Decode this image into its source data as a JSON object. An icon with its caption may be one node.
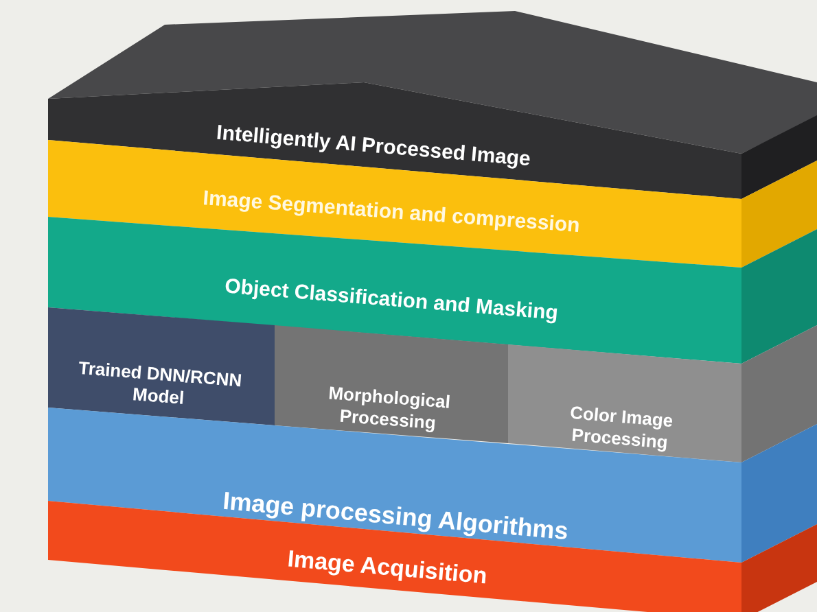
{
  "diagram": {
    "nodes": [
      {
        "text": [
          "Intelligently AI Processed Image"
        ]
      },
      {
        "text": [
          "Image Segmentation and compression"
        ]
      },
      {
        "text": [
          "Object Classification and Masking"
        ]
      },
      {
        "text": [
          "Trained DNN/RCNN Model"
        ]
      },
      {
        "text": [
          "Morphological Processing"
        ]
      },
      {
        "text": [
          "Color Image Processing"
        ]
      },
      {
        "text": [
          "Image processing Algorithms"
        ]
      },
      {
        "text": [
          "Image Acquisition"
        ]
      }
    ]
  }
}
